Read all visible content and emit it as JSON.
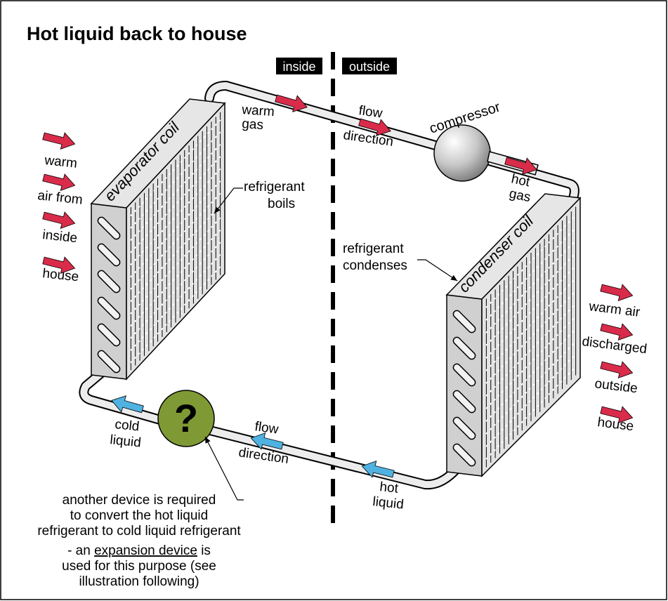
{
  "title": "Hot liquid back to house",
  "zones": {
    "inside": "inside",
    "outside": "outside"
  },
  "colors": {
    "hot_arrow": "#d92b4a",
    "cold_arrow": "#4fb2e0",
    "valve_fill": "#7f9a34",
    "coil_face": "#e3e3e3",
    "coil_side": "#d0d0d0",
    "pipe": "#ececec"
  },
  "components": {
    "evaporator": "evaporator coil",
    "condenser": "condenser coil",
    "compressor": "compressor",
    "valve_symbol": "?"
  },
  "labels": {
    "warm_gas": [
      "warm",
      "gas"
    ],
    "flow_direction_top": [
      "flow",
      "direction"
    ],
    "hot_gas": [
      "hot",
      "gas"
    ],
    "refrigerant_boils": [
      "refrigerant",
      "boils"
    ],
    "refrigerant_condenses": [
      "refrigerant",
      "condenses"
    ],
    "warm_air_from_inside_house": [
      "warm",
      "air from",
      "inside",
      "house"
    ],
    "warm_air_discharged_outside_house": [
      "warm air",
      "discharged",
      "outside",
      "house"
    ],
    "cold_liquid": [
      "cold",
      "liquid"
    ],
    "flow_direction_bottom": [
      "flow",
      "direction"
    ],
    "hot_liquid": [
      "hot",
      "liquid"
    ]
  },
  "notes": {
    "device_required": [
      "another device is required",
      "to convert the hot liquid",
      "refrigerant to cold liquid refrigerant"
    ],
    "expansion_prefix": "- an ",
    "expansion_link": "expansion device",
    "expansion_suffix": " is",
    "expansion_rest": [
      "used for this purpose (see",
      "illustration following)"
    ]
  }
}
